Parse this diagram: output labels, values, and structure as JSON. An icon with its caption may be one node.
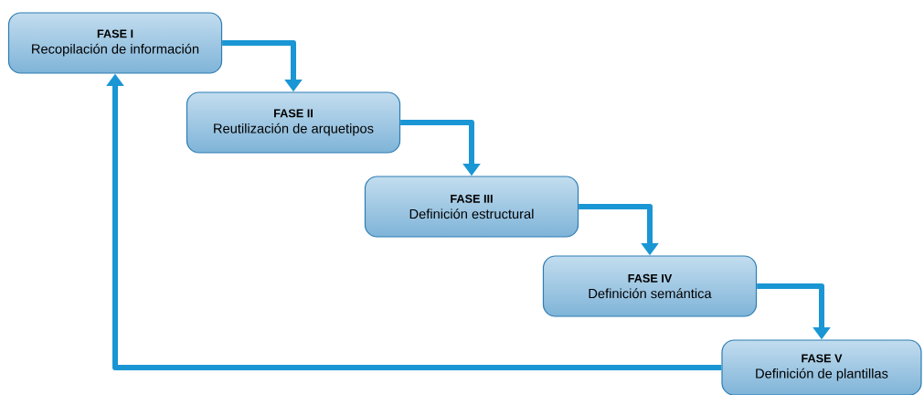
{
  "diagram": {
    "nodes": [
      {
        "text": [
          "FASE I",
          "Recopilación de información"
        ]
      },
      {
        "text": [
          "FASE II",
          "Reutilización de arquetipos"
        ]
      },
      {
        "text": [
          "FASE III",
          "Definición estructural"
        ]
      },
      {
        "text": [
          "FASE IV",
          "Definición semántica"
        ]
      },
      {
        "text": [
          "FASE V",
          "Definición de plantillas"
        ]
      }
    ],
    "edges": [
      {
        "from": 0,
        "to": 1,
        "arrow": "to"
      },
      {
        "from": 1,
        "to": 2,
        "arrow": "to"
      },
      {
        "from": 2,
        "to": 3,
        "arrow": "to"
      },
      {
        "from": 3,
        "to": 4,
        "arrow": "to"
      },
      {
        "from": 4,
        "to": 0,
        "arrow": "to"
      }
    ]
  }
}
